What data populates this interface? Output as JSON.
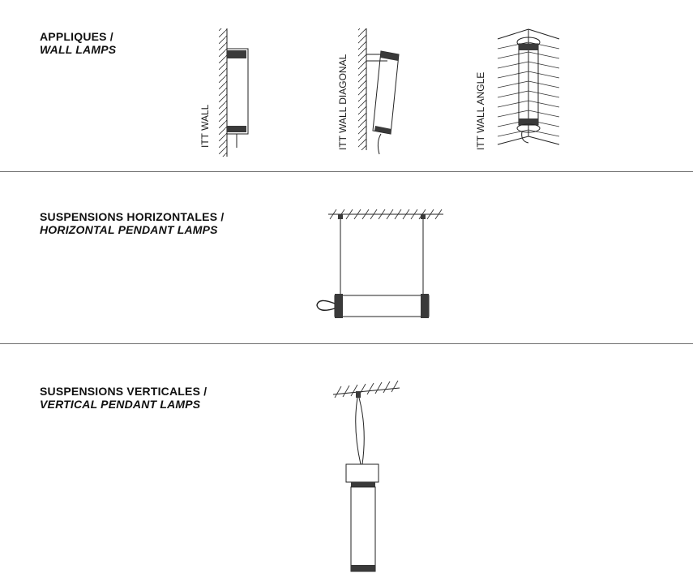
{
  "sections": [
    {
      "title_fr": "APPLIQUES /",
      "title_en": "WALL LAMPS"
    },
    {
      "title_fr": "SUSPENSIONS HORIZONTALES /",
      "title_en": "HORIZONTAL PENDANT LAMPS"
    },
    {
      "title_fr": "SUSPENSIONS VERTICALES /",
      "title_en": "VERTICAL PENDANT LAMPS"
    }
  ],
  "wall_lamps": [
    {
      "label": "ITT WALL",
      "icon": "itt-wall-lamp-icon"
    },
    {
      "label": "ITT WALL DIAGONAL",
      "icon": "itt-wall-diagonal-lamp-icon"
    },
    {
      "label": "ITT WALL ANGLE",
      "icon": "itt-wall-angle-lamp-icon"
    }
  ],
  "colors": {
    "line": "#222222",
    "divider": "#6f6f6f",
    "background": "#ffffff"
  }
}
